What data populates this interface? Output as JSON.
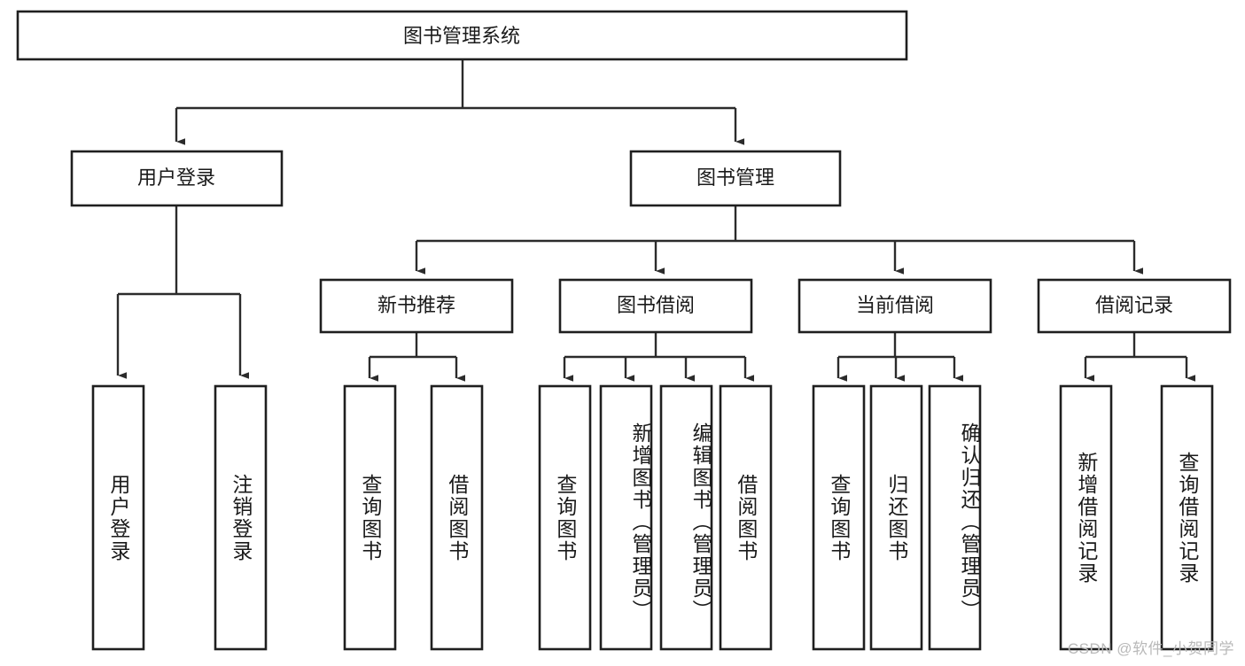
{
  "diagram": {
    "type": "tree-hierarchy-chart",
    "title_node": {
      "id": "root",
      "label": "图书管理系统"
    },
    "level2": [
      {
        "id": "user-login",
        "label": "用户登录"
      },
      {
        "id": "book-manage",
        "label": "图书管理"
      }
    ],
    "level3": [
      {
        "id": "new-book-rec",
        "label": "新书推荐"
      },
      {
        "id": "book-borrow",
        "label": "图书借阅"
      },
      {
        "id": "current-borrow",
        "label": "当前借阅"
      },
      {
        "id": "borrow-record",
        "label": "借阅记录"
      }
    ],
    "leaves": {
      "user_login": [
        {
          "id": "leaf-user-login",
          "label": "用户登录"
        },
        {
          "id": "leaf-logout-login",
          "label": "注销登录"
        }
      ],
      "new_book_rec": [
        {
          "id": "leaf-query-book-1",
          "label": "查询图书"
        },
        {
          "id": "leaf-borrow-book-1",
          "label": "借阅图书"
        }
      ],
      "book_borrow": [
        {
          "id": "leaf-query-book-2",
          "label": "查询图书"
        },
        {
          "id": "leaf-add-book",
          "label": "新增图书（管理员）"
        },
        {
          "id": "leaf-edit-book",
          "label": "编辑图书（管理员）"
        },
        {
          "id": "leaf-borrow-book-2",
          "label": "借阅图书"
        }
      ],
      "current_borrow": [
        {
          "id": "leaf-query-book-3",
          "label": "查询图书"
        },
        {
          "id": "leaf-return-book",
          "label": "归还图书"
        },
        {
          "id": "leaf-confirm-return",
          "label": "确认归还（管理员）"
        }
      ],
      "borrow_record": [
        {
          "id": "leaf-add-record",
          "label": "新增借阅记录"
        },
        {
          "id": "leaf-query-record",
          "label": "查询借阅记录"
        }
      ]
    }
  },
  "watermark": {
    "text": "CSDN @软件_小贺同学"
  },
  "colors": {
    "box_stroke": "#1f1f1f",
    "connector": "#2b2b2b",
    "text": "#1a1a1a",
    "background": "#ffffff",
    "watermark": "#b9b9b9"
  }
}
